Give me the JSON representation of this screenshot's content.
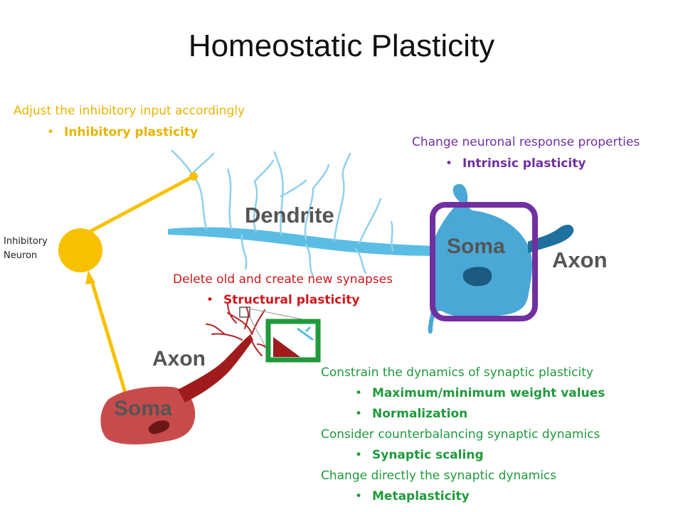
{
  "title": "Homeostatic Plasticity",
  "colors": {
    "inhibitory": "#e8b400",
    "intrinsic": "#7030a0",
    "structural": "#d0161b",
    "synaptic": "#1f9a3c",
    "dendrite": "#5bbde4",
    "soma_blue": "#4aa8d6",
    "soma_red": "#c84b4b",
    "axon_red": "#a01c1c"
  },
  "inhibitory": {
    "heading": "Adjust the inhibitory input accordingly",
    "bullet": "Inhibitory plasticity",
    "neuron_label_1": "Inhibitory",
    "neuron_label_2": "Neuron"
  },
  "intrinsic": {
    "heading": "Change neuronal response properties",
    "bullet": "Intrinsic plasticity"
  },
  "structural": {
    "heading": "Delete old and create new synapses",
    "bullet": "Structural plasticity"
  },
  "synaptic": {
    "heading_1": "Constrain the dynamics of synaptic plasticity",
    "bullet_1": "Maximum/minimum weight values",
    "bullet_2": "Normalization",
    "heading_2": "Consider counterbalancing synaptic dynamics",
    "bullet_3": "Synaptic scaling",
    "heading_3": "Change directly the synaptic dynamics",
    "bullet_4": "Metaplasticity"
  },
  "diagram": {
    "dendrite": "Dendrite",
    "soma_post": "Soma",
    "axon_post": "Axon",
    "axon_pre": "Axon",
    "soma_pre": "Soma"
  }
}
